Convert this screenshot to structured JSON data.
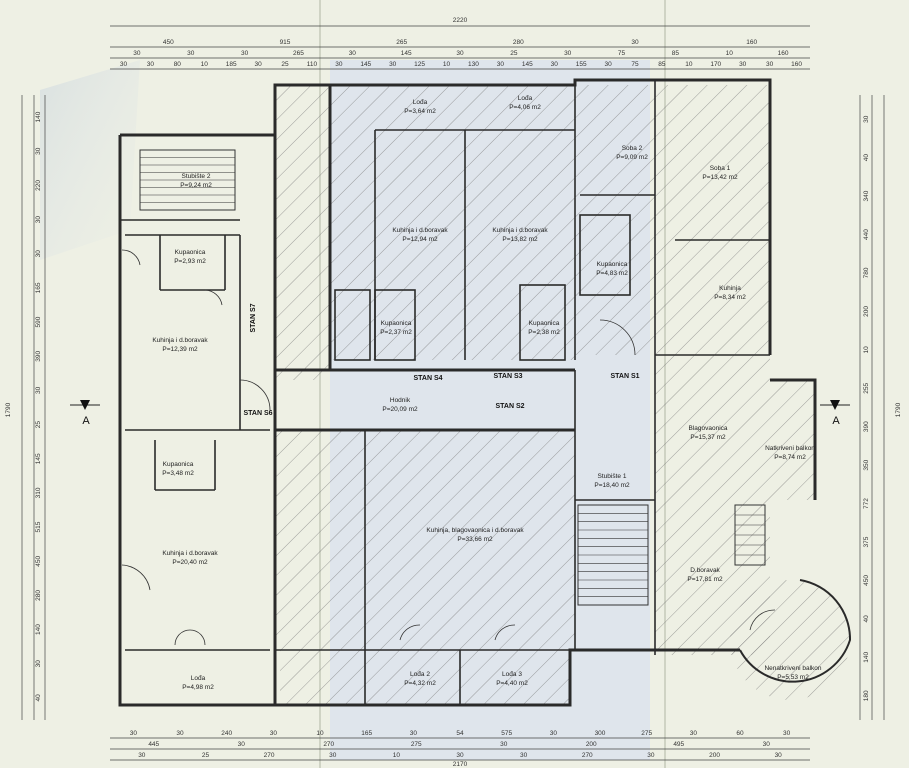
{
  "top_dims": {
    "overall": "2220",
    "row1": [
      "450",
      "915",
      "265",
      "280",
      "30",
      "160"
    ],
    "row2": [
      "30",
      "30",
      "30",
      "265",
      "30",
      "145",
      "30",
      "25",
      "30",
      "75",
      "85",
      "10",
      "160"
    ],
    "row3": [
      "30",
      "30",
      "80",
      "10",
      "185",
      "30",
      "25",
      "110",
      "30",
      "145",
      "30",
      "125",
      "10",
      "130",
      "30",
      "145",
      "30",
      "155",
      "30",
      "75",
      "85",
      "10",
      "170",
      "30",
      "30",
      "160"
    ]
  },
  "bottom_dims": {
    "overall": "2170",
    "row1": [
      "30",
      "30",
      "240",
      "30",
      "10",
      "165",
      "30",
      "54",
      "575",
      "30",
      "300",
      "275",
      "30",
      "60",
      "30"
    ],
    "row2": [
      "445",
      "30",
      "270",
      "275",
      "30",
      "200",
      "495",
      "30"
    ],
    "row3": [
      "30",
      "25",
      "270",
      "30",
      "10",
      "30",
      "30",
      "270",
      "30",
      "200",
      "30"
    ]
  },
  "left_dims": {
    "overall": "1790",
    "values": [
      "140",
      "30",
      "220",
      "30",
      "30",
      "165",
      "590",
      "390",
      "30",
      "25",
      "145",
      "310",
      "515",
      "450",
      "280",
      "140",
      "30",
      "40"
    ]
  },
  "right_dims": {
    "overall": "1790",
    "values": [
      "30",
      "40",
      "340",
      "440",
      "780",
      "200",
      "10",
      "255",
      "390",
      "350",
      "772",
      "375",
      "450",
      "40",
      "140",
      "180"
    ]
  },
  "section_marks": [
    "A",
    "A"
  ],
  "unit_labels": [
    "STAN S7",
    "STAN S6",
    "STAN S4",
    "STAN S3",
    "STAN S2",
    "STAN S1"
  ],
  "rooms": [
    {
      "name": "Stubište 2",
      "area": "P=9,24 m2"
    },
    {
      "name": "Kupaonica",
      "area": "P=2,93 m2"
    },
    {
      "name": "Kuhinja i d.boravak",
      "area": "P=12,39 m2"
    },
    {
      "name": "Kupaonica",
      "area": "P=3,48 m2"
    },
    {
      "name": "Kuhinja i d.boravak",
      "area": "P=20,40 m2"
    },
    {
      "name": "Lođa",
      "area": "P=4,98 m2"
    },
    {
      "name": "Lođa",
      "area": "P=3,64 m2"
    },
    {
      "name": "Lođa",
      "area": "P=4,06 m2"
    },
    {
      "name": "Kuhinja i d.boravak",
      "area": "P=12,94 m2"
    },
    {
      "name": "Kuhinja i d.boravak",
      "area": "P=13,82 m2"
    },
    {
      "name": "Kupaonica",
      "area": "P=2,37 m2"
    },
    {
      "name": "Kupaonica",
      "area": "P=2,38 m2"
    },
    {
      "name": "Hodnik",
      "area": "P=20,09 m2"
    },
    {
      "name": "Kuhinja, blagovaonica i d.boravak",
      "area": "P=33,66 m2"
    },
    {
      "name": "Stubište 1",
      "area": "P=18,40 m2"
    },
    {
      "name": "Lođa 2",
      "area": "P=4,32 m2"
    },
    {
      "name": "Lođa 3",
      "area": "P=4,40 m2"
    },
    {
      "name": "Soba 2",
      "area": "P=9,09 m2"
    },
    {
      "name": "Soba 1",
      "area": "P=13,42 m2"
    },
    {
      "name": "Kupaonica",
      "area": "P=4,83 m2"
    },
    {
      "name": "Kuhinja",
      "area": "P=8,34 m2"
    },
    {
      "name": "Blagovaonica",
      "area": "P=15,37 m2"
    },
    {
      "name": "Natkriveni balkon",
      "area": "P=8,74 m2"
    },
    {
      "name": "D.boravak",
      "area": "P=17,81 m2"
    },
    {
      "name": "Nenatkriveni balkon",
      "area": "P=5,53 m2"
    }
  ]
}
